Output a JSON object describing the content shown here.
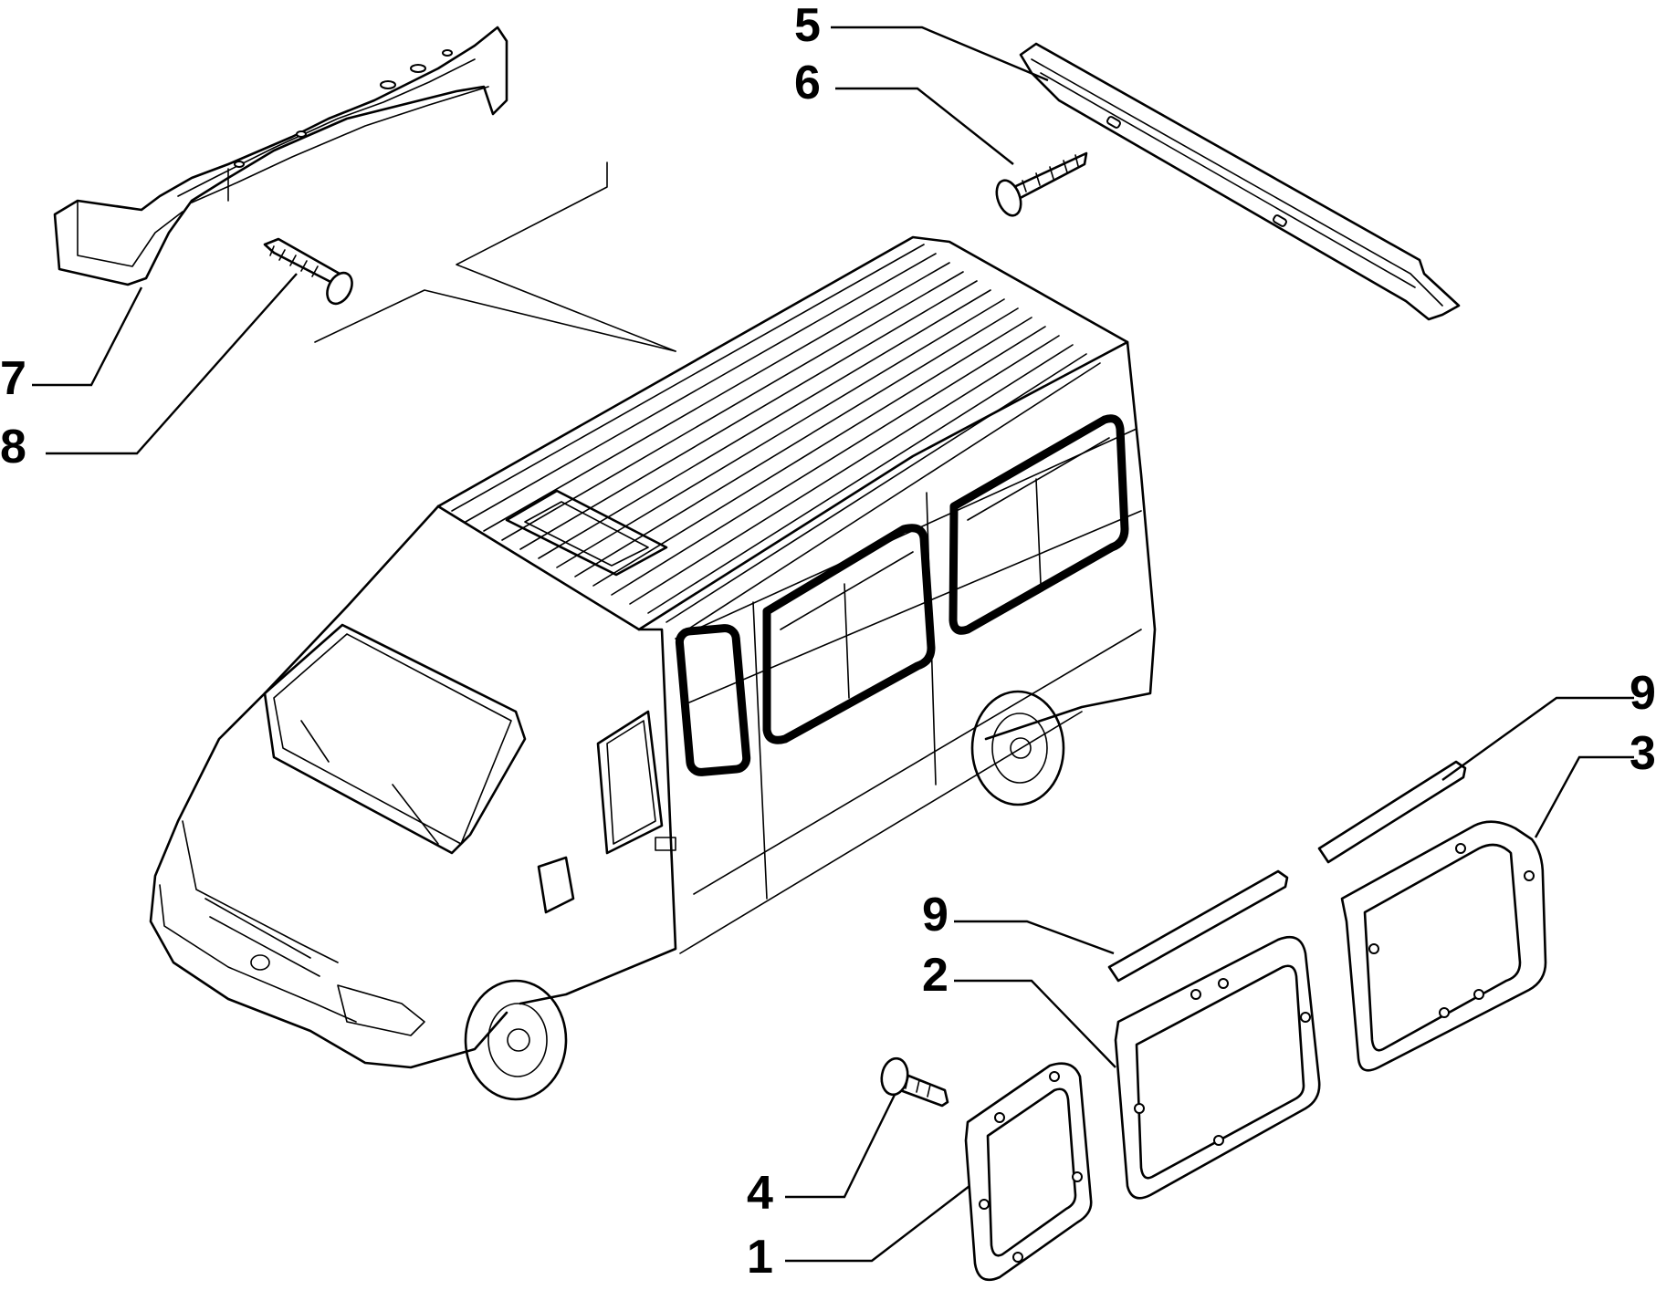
{
  "diagram": {
    "callouts": [
      {
        "id": "c1",
        "number": "1",
        "part": "small-window-frame"
      },
      {
        "id": "c2",
        "number": "2",
        "part": "medium-window-frame"
      },
      {
        "id": "c3",
        "number": "3",
        "part": "large-window-frame"
      },
      {
        "id": "c4",
        "number": "4",
        "part": "screw"
      },
      {
        "id": "c5",
        "number": "5",
        "part": "long-roof-rail"
      },
      {
        "id": "c6",
        "number": "6",
        "part": "screw"
      },
      {
        "id": "c7",
        "number": "7",
        "part": "side-roof-rail"
      },
      {
        "id": "c8",
        "number": "8",
        "part": "screw"
      },
      {
        "id": "c9a",
        "number": "9",
        "part": "seal-strip"
      },
      {
        "id": "c9b",
        "number": "9",
        "part": "seal-strip"
      }
    ]
  }
}
